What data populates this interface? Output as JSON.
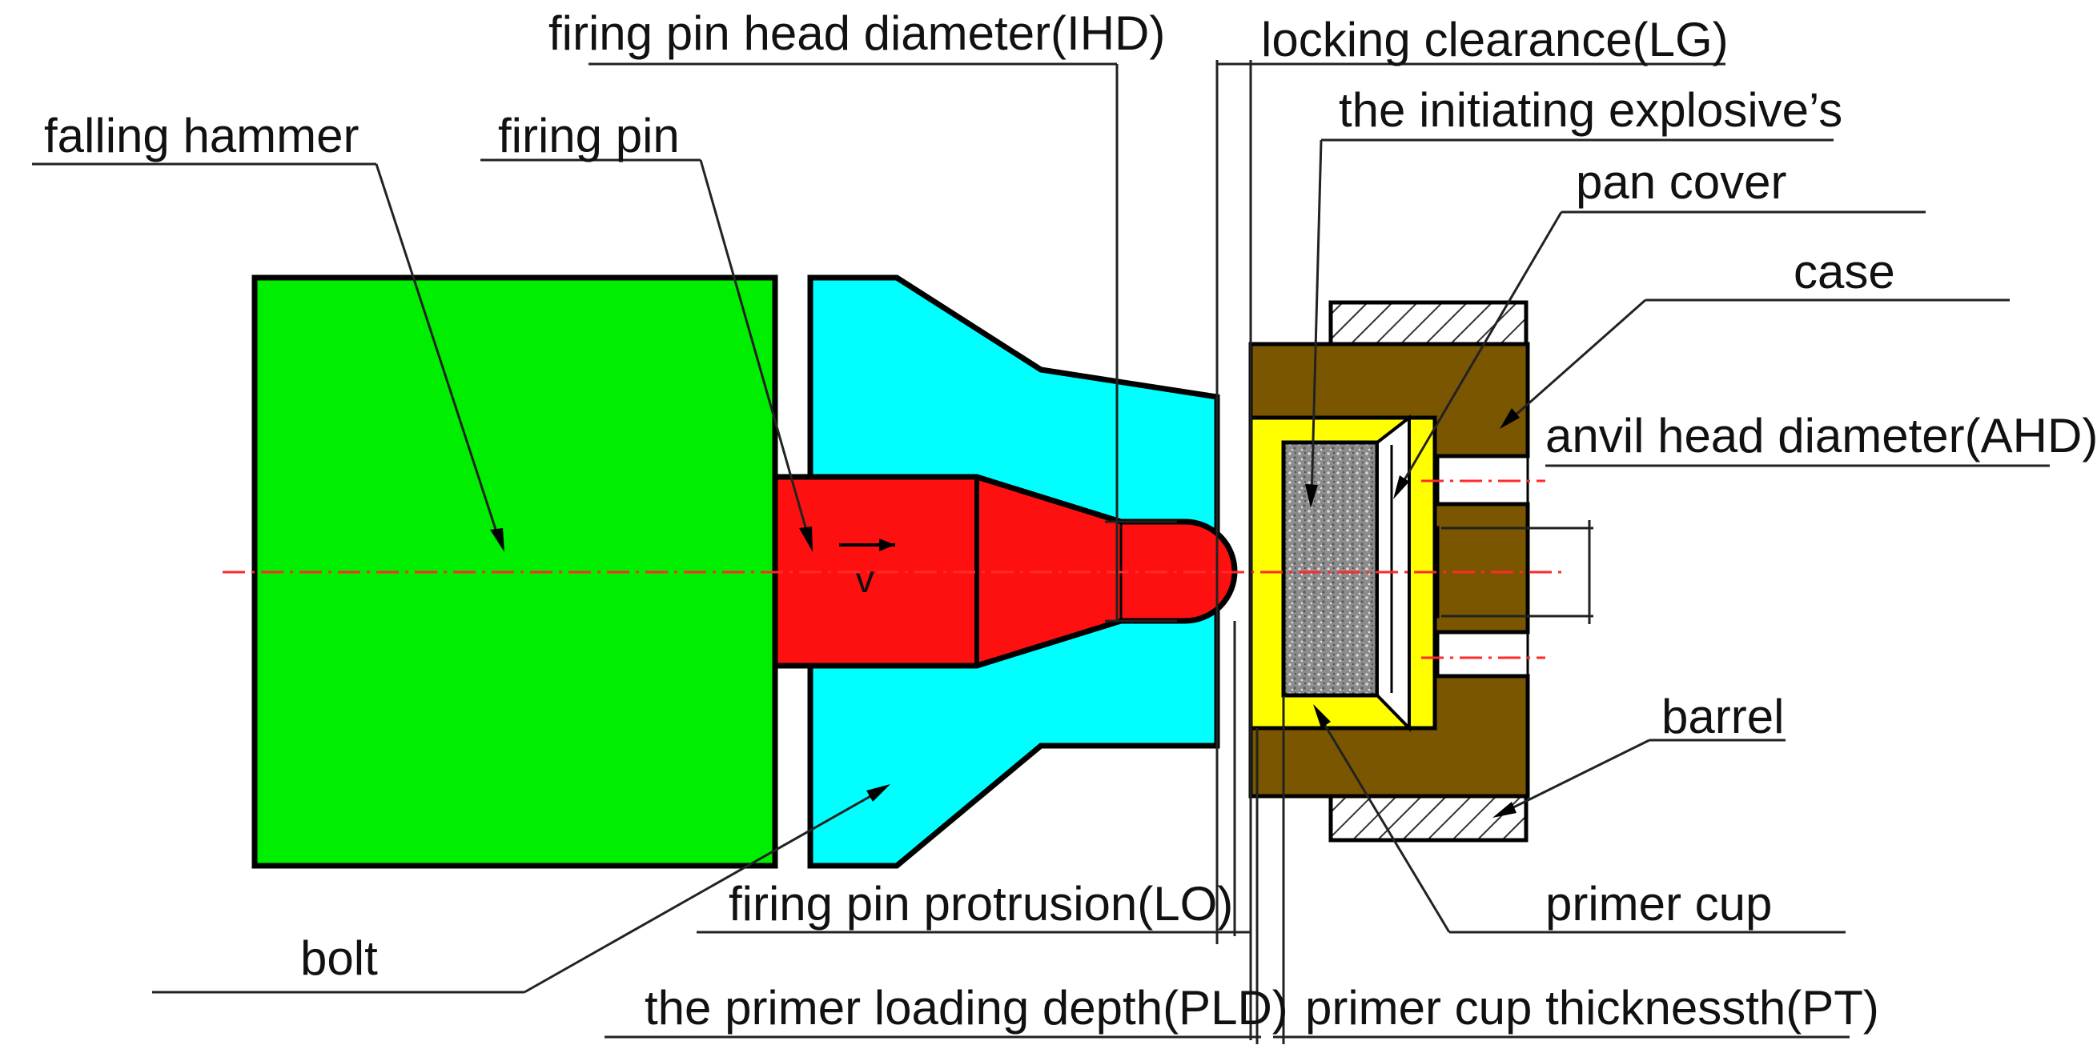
{
  "labels": {
    "falling_hammer": "falling hammer",
    "firing_pin": "firing pin",
    "ihd": "firing pin head diameter(IHD)",
    "lg": "locking clearance(LG)",
    "initiating_explosive": "the initiating explosive’s",
    "pan_cover": "pan cover",
    "case": "case",
    "ahd": "anvil head diameter(AHD)",
    "barrel": "barrel",
    "primer_cup": "primer cup",
    "bolt": "bolt",
    "lo": "firing pin protrusion(LO)",
    "pld": "the primer loading depth(PLD)",
    "pt": "primer cup thicknessth(PT)",
    "velocity": "v"
  },
  "colors": {
    "falling_hammer": "#00ee00",
    "bolt": "#00ffff",
    "firing_pin": "#ff1010",
    "case": "#7a5600",
    "primer_cup": "#ffff00",
    "explosive": "#9a9a9a",
    "centerline": "#ff2a2a"
  }
}
